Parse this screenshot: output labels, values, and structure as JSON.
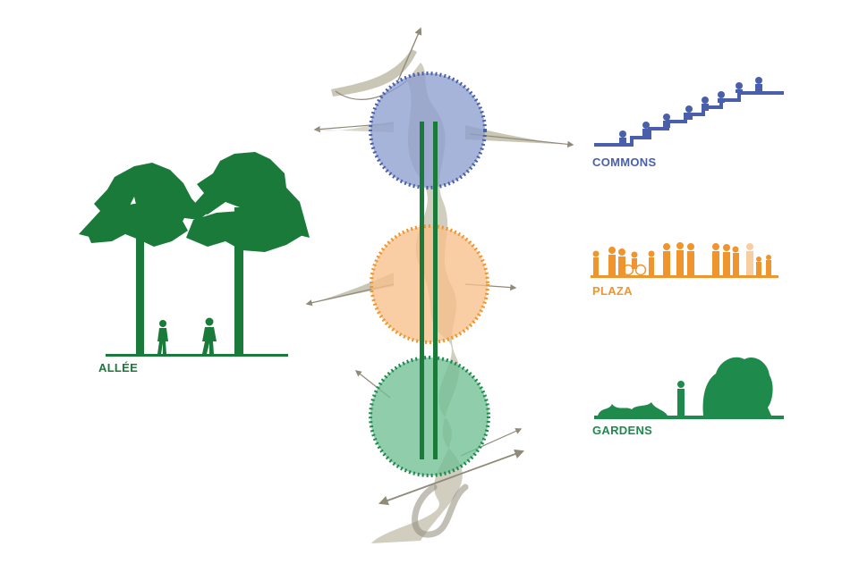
{
  "labels": {
    "allee": "ALLÉE",
    "commons": "COMMONS",
    "plaza": "PLAZA",
    "gardens": "GARDENS"
  },
  "colors": {
    "allee": "#1a7a3a",
    "commons": "#4a5faa",
    "commons_fill": "#8d9fd0",
    "plaza": "#f0952e",
    "plaza_fill": "#f7c08a",
    "gardens": "#1e8a4c",
    "gardens_fill": "#6fbf93",
    "path": "#c9c6b5",
    "path_stroke": "#8f8b7a",
    "axis": "#1a7a3a"
  },
  "icons": {
    "trees": "pine-tree-icon",
    "walkers": "person-walking-icon",
    "stairs": "stair-seating-icon",
    "crowd": "crowd-walking-icon",
    "garden": "garden-shrub-icon"
  }
}
